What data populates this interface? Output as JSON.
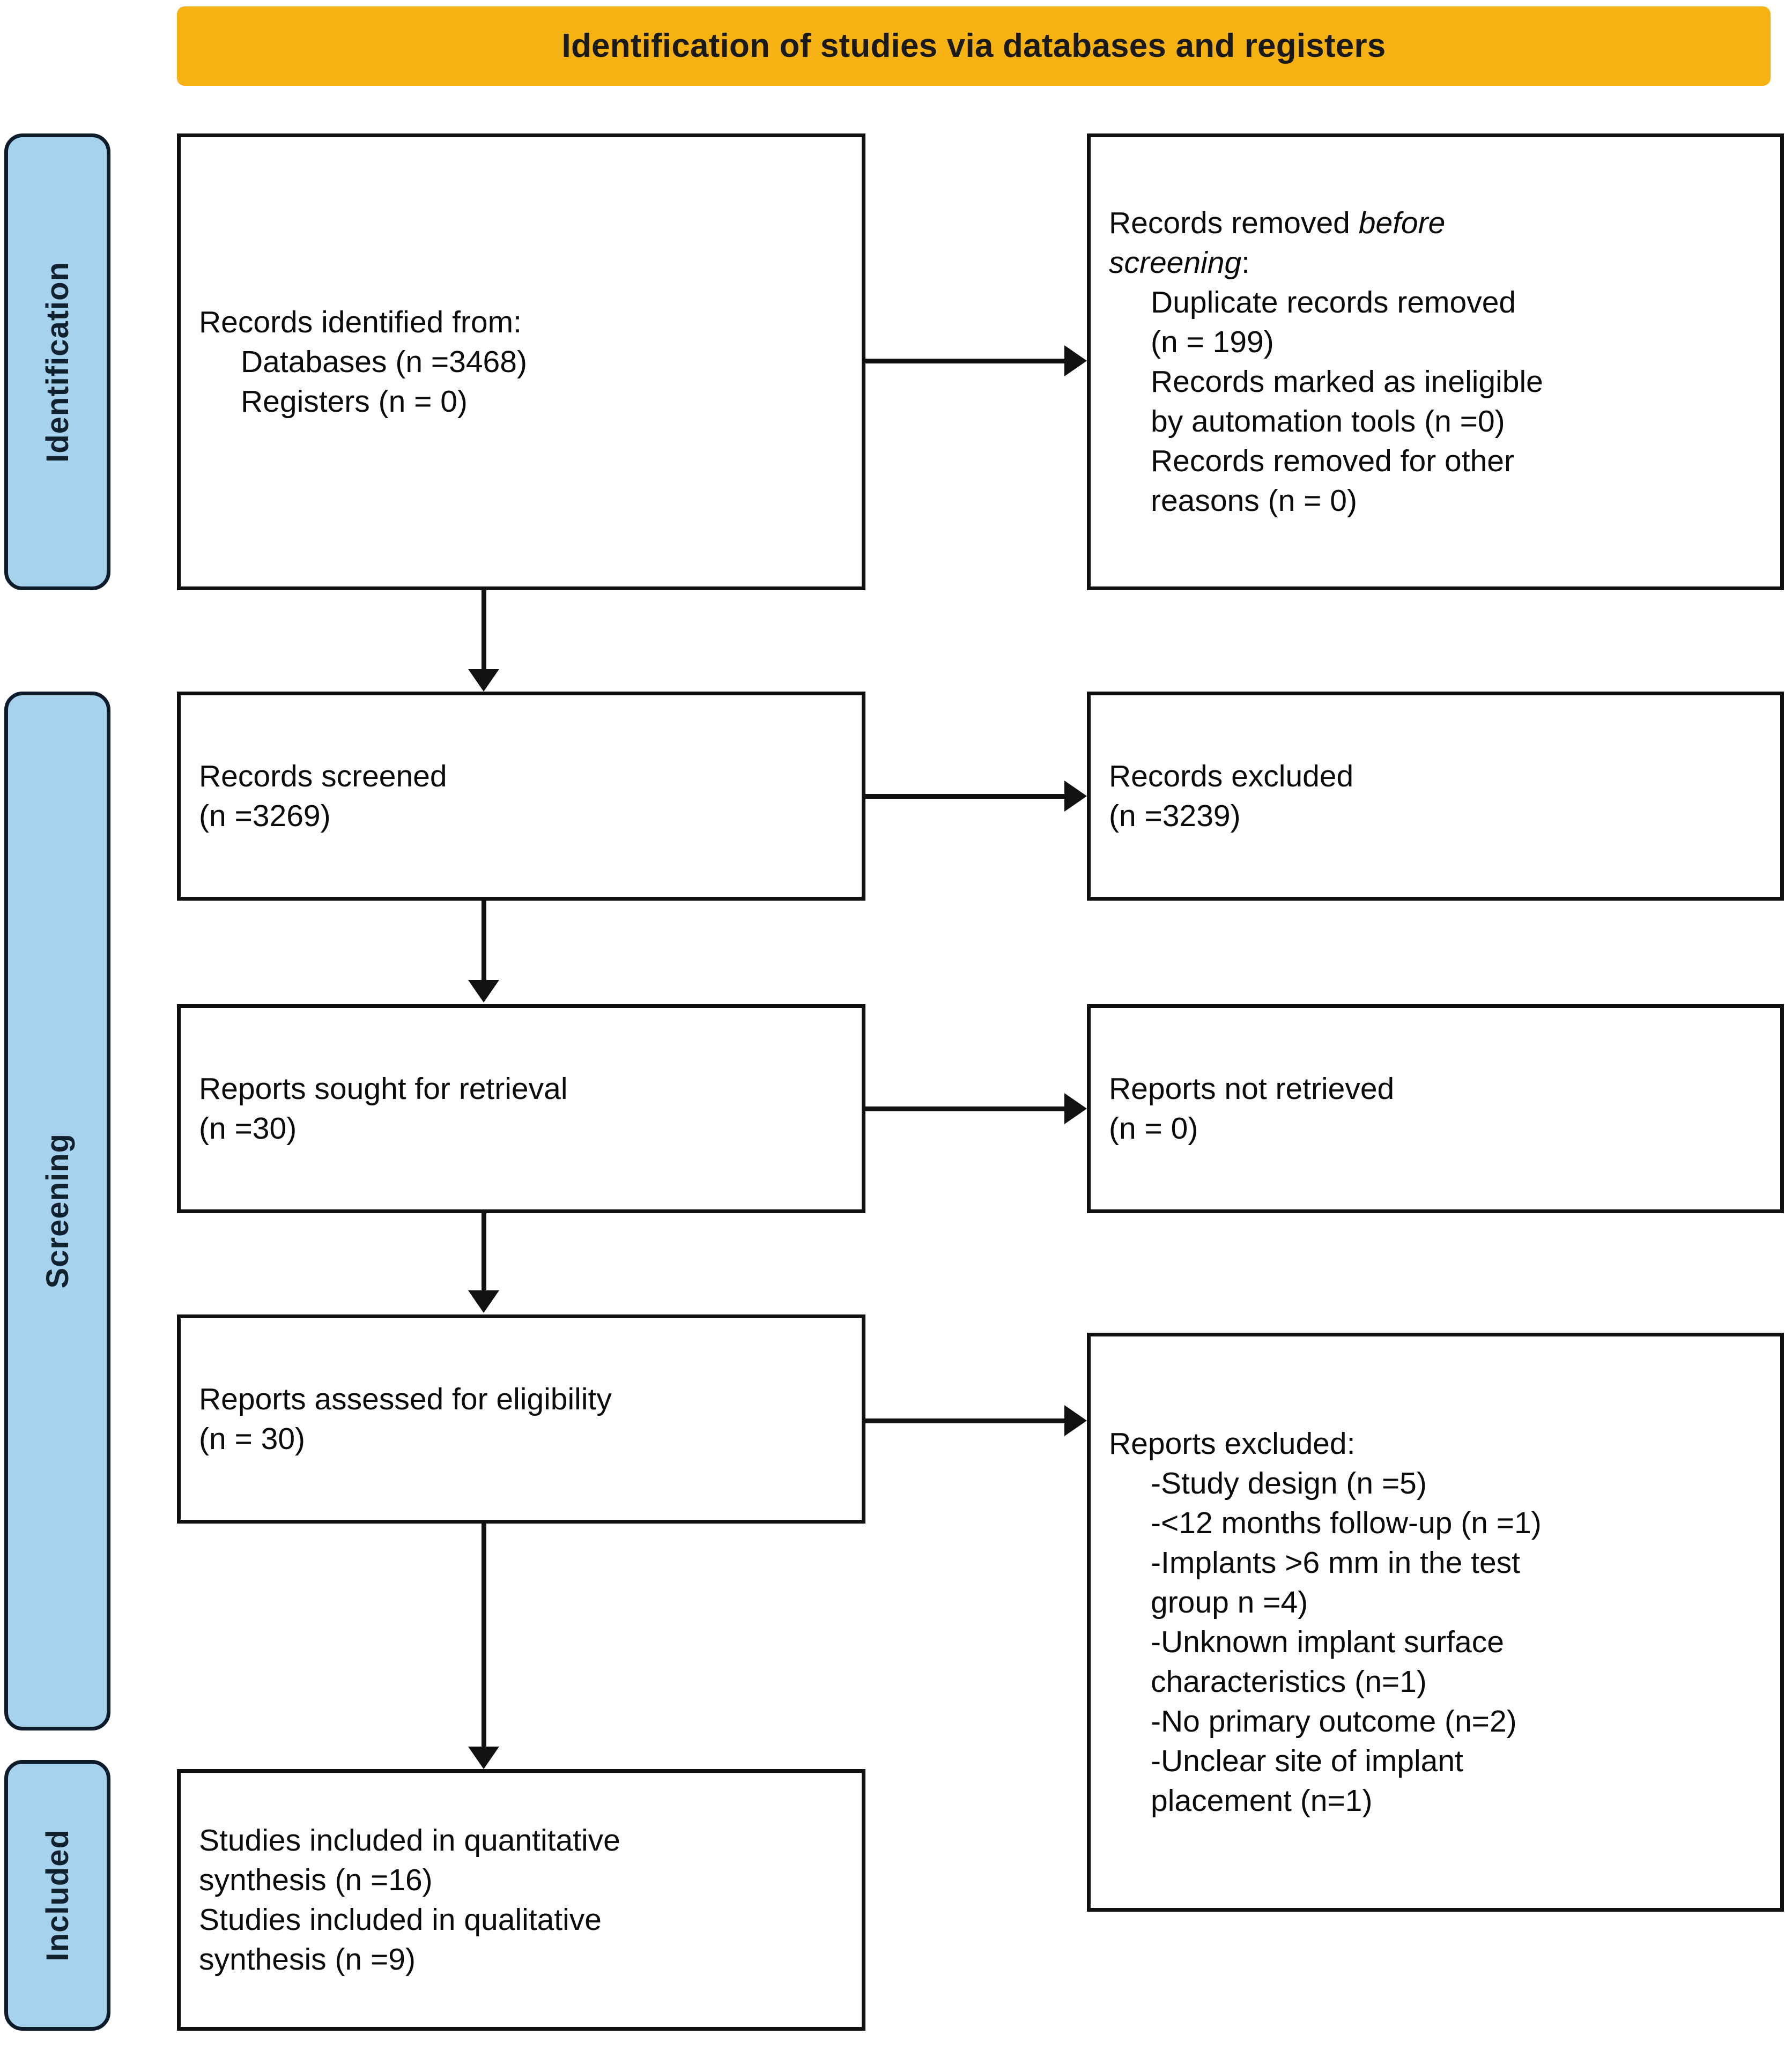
{
  "header": {
    "title": "Identification of studies via databases and registers",
    "background_color": "#F5B212"
  },
  "stages": {
    "identification": "Identification",
    "screening": "Screening",
    "included": "Included",
    "tab_color": "#A6D2EE",
    "tab_border_color": "#0d1b2a"
  },
  "boxes": {
    "identified": {
      "line1": "Records identified from:",
      "line2": "Databases (n =3468)",
      "line3": "Registers (n = 0)"
    },
    "removed_before": {
      "line1_a": "Records removed ",
      "line1_em": "before",
      "line2_em": "screening",
      "line2_b": ":",
      "line3": "Duplicate records removed",
      "line4": "(n = 199)",
      "line5": "Records marked as ineligible",
      "line6": "by automation tools (n =0)",
      "line7": "Records removed for other",
      "line8": "reasons (n = 0)"
    },
    "screened": {
      "line1": "Records screened",
      "line2": "(n =3269)"
    },
    "records_excluded": {
      "line1": "Records excluded",
      "line2": "(n =3239)"
    },
    "sought": {
      "line1": "Reports sought for retrieval",
      "line2": "(n =30)"
    },
    "not_retrieved": {
      "line1": "Reports not retrieved",
      "line2": "(n = 0)"
    },
    "assessed": {
      "line1": "Reports assessed for eligibility",
      "line2": "(n = 30)"
    },
    "reports_excluded": {
      "title": "Reports excluded:",
      "reason1": "-Study design (n =5)",
      "reason2": "-<12 months follow-up (n =1)",
      "reason3a": "-Implants >6 mm in the test",
      "reason3b": "group n =4)",
      "reason4a": "-Unknown implant surface",
      "reason4b": "characteristics (n=1)",
      "reason5": "-No primary outcome (n=2)",
      "reason6a": "-Unclear site of implant",
      "reason6b": "placement (n=1)"
    },
    "studies_included": {
      "line1": "Studies included in quantitative",
      "line2": "synthesis (n =16)",
      "line3": "Studies included in qualitative",
      "line4": "synthesis (n =9)"
    }
  }
}
